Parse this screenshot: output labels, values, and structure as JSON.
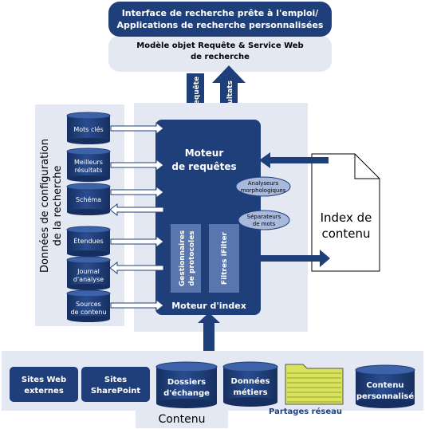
{
  "top": {
    "line1": "Interface de recherche prête à l'emploi/",
    "line2": "Applications de recherche personnalisées",
    "api_line1": "Modèle objet Requête & Service Web",
    "api_line2": "de recherche"
  },
  "arrows": {
    "query": "Requête",
    "results": "Résultats"
  },
  "config": {
    "title_line1": "Données de configuration",
    "title_line2": "de la recherche",
    "items": [
      {
        "line1": "Mots clés",
        "line2": ""
      },
      {
        "line1": "Meilleurs",
        "line2": "résultats"
      },
      {
        "line1": "Schéma",
        "line2": ""
      },
      {
        "line1": "Étendues",
        "line2": ""
      },
      {
        "line1": "Journal",
        "line2": "d'analyse"
      },
      {
        "line1": "Sources",
        "line2": "de contenu"
      }
    ]
  },
  "engine": {
    "query_line1": "Moteur",
    "query_line2": "de requêtes",
    "analyzers_line1": "Analyseurs",
    "analyzers_line2": "morphologiques",
    "separators_line1": "Séparateurs",
    "separators_line2": "de mots",
    "protocol_line1": "Gestionnaires",
    "protocol_line2": "de protocoles",
    "ifilter": "Filtres IFilter",
    "index_engine": "Moteur d'index"
  },
  "index": {
    "line1": "Index de",
    "line2": "contenu"
  },
  "content": {
    "title": "Contenu",
    "items": [
      {
        "line1": "Sites Web",
        "line2": "externes"
      },
      {
        "line1": "Sites",
        "line2": "SharePoint"
      },
      {
        "line1": "Dossiers",
        "line2": "d'échange"
      },
      {
        "line1": "Données",
        "line2": "métiers"
      },
      {
        "line1": "Partages réseau",
        "line2": ""
      },
      {
        "line1": "Contenu",
        "line2": "personnalisé"
      }
    ]
  },
  "colors": {
    "navy": "#1f3f7a",
    "panel": "#e3e8f2",
    "oval": "#a9b9dc",
    "folder": "#d8e25a"
  }
}
